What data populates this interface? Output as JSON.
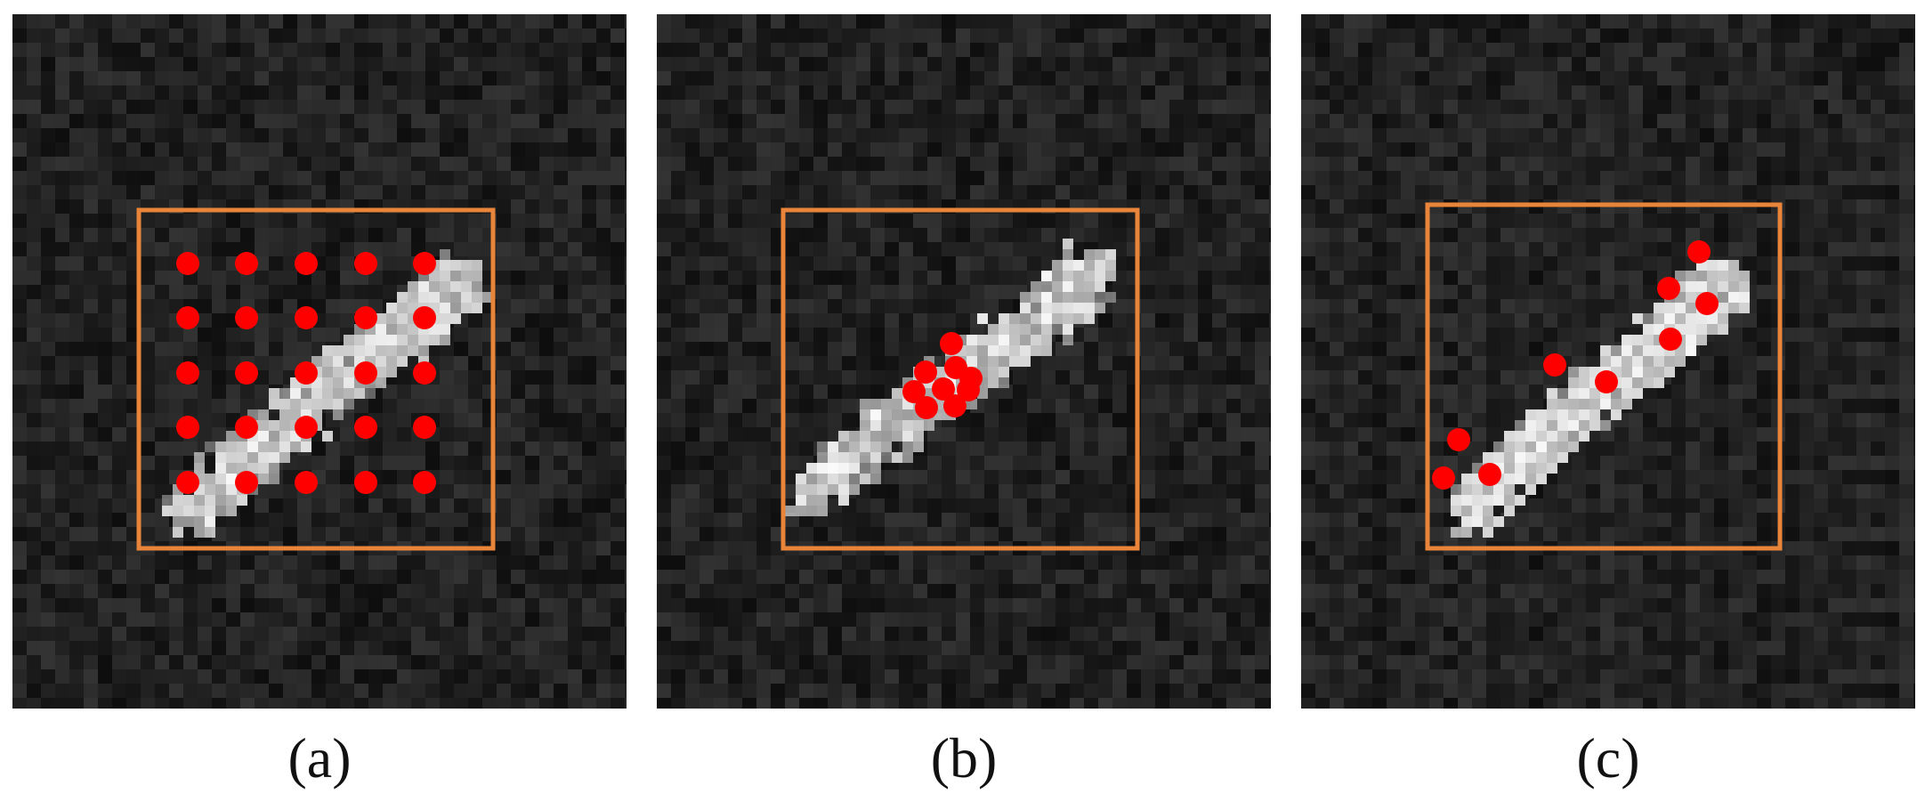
{
  "panels": [
    {
      "caption": "(a)",
      "sampling": "regular-grid",
      "points": 25
    },
    {
      "caption": "(b)",
      "sampling": "clustered-center",
      "points": 9
    },
    {
      "caption": "(c)",
      "sampling": "along-object",
      "points": 9
    }
  ],
  "colors": {
    "background": "#141414",
    "box": "#e8853a",
    "point": "#ff0000",
    "object": "#f2f2f2"
  }
}
